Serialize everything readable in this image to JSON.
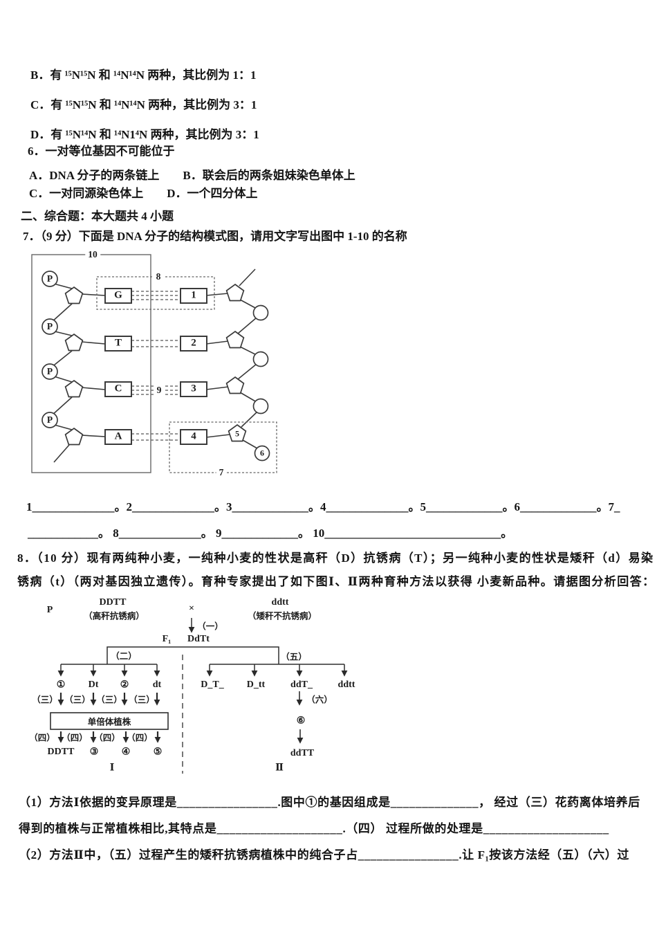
{
  "q5": {
    "option_b": "B．有 ¹⁵N¹⁵N 和 ¹⁴N¹⁴N 两种，其比例为 1：1",
    "option_c": "C．有 ¹⁵N¹⁵N 和 ¹⁴N¹⁴N 两种，其比例为 3：1",
    "option_d": "D．有 ¹⁵N¹⁴N 和 ¹⁴N1⁴N 两种，其比例为 3：1"
  },
  "q6": {
    "stem": "6．一对等位基因不可能位于",
    "options_ab": "A．DNA 分子的两条链上　　B．联会后的两条姐妹染色单体上",
    "options_cd": "C．一对同源染色体上　　D．一个四分体上"
  },
  "section2": {
    "header": "二、综合题：本大题共 4 小题"
  },
  "q7": {
    "stem": "7．（9 分）下面是 DNA 分子的结构模式图，请用文字写出图中 1-10 的名称",
    "figure": {
      "label_p": "P",
      "left_bases": [
        "G",
        "T",
        "C",
        "A"
      ],
      "right_bases": [
        "1",
        "2",
        "3",
        "4"
      ],
      "label_5": "5",
      "label_6": "6",
      "label_7": "7",
      "label_8": "8",
      "label_9": "9",
      "label_10": "10"
    },
    "answers_line1": "1______________。2______________。3_____________。4______________。5_____________。6_____________。7_",
    "answers_line2": "____________。 8______________。 9_____________。 10______________________________。"
  },
  "q8": {
    "stem_line1": "8．（10 分）现有两纯种小麦，一纯种小麦的性状是高秆（D）抗锈病（T）；另一纯种小麦的性状是矮秆（d）易染",
    "stem_line2": "锈病（t）（两对基因独立遗传）。育种专家提出了如下图Ⅰ、Ⅱ两种育种方法以获得 小麦新品种。请据图分析回答：",
    "figure": {
      "p_label": "P",
      "parent1_genotype": "DDTT",
      "parent1_phenotype": "（高秆抗锈病）",
      "cross_symbol": "×",
      "step1": "（一）",
      "parent2_genotype": "ddtt",
      "parent2_phenotype": "（矮秆不抗锈病）",
      "f1_label": "F₁",
      "f1_genotype": "DdTt",
      "step2": "（二）",
      "step5": "（五）",
      "gametes": [
        "①",
        "Dt",
        "②",
        "dt"
      ],
      "f2_classes": [
        "D_T_",
        "D_tt",
        "ddT_",
        "ddtt"
      ],
      "step3": "（三）",
      "haploid_box": "单倍体植株",
      "step4": "（四）",
      "doubled": [
        "DDTT",
        "③",
        "④",
        "⑤"
      ],
      "method1_label": "Ⅰ",
      "step6": "（六）",
      "circle6": "⑥",
      "result2": "ddTT",
      "method2_label": "Ⅱ"
    },
    "sub1_line1": "（1）方法Ⅰ依据的变异原理是________________.图中①的基因组成是______________，  经过（三）花药离体培养后",
    "sub1_line2": "得到的植株与正常植株相比,其特点是____________________.（四） 过程所做的处理是____________________",
    "sub2_line1": "（2）方法Ⅱ中，（五）过程产生的矮秆抗锈病植株中的纯合子占________________.让 F₁按该方法经（五）（六）过"
  }
}
